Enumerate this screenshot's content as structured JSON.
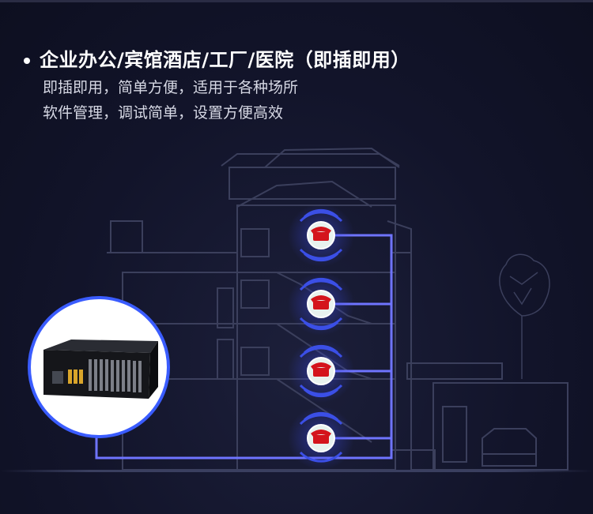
{
  "heading": "企业办公/宾馆酒店/工厂/医院（即插即用）",
  "lines": [
    "即插即用，简单方便，适用于各种场所",
    "软件管理，调试简单，设置方便高效"
  ],
  "colors": {
    "background": "#12142a",
    "line": "#6f74ff",
    "phone": "#d4141c",
    "glow": "#3340c8"
  },
  "icons": [
    "telephone-icon",
    "telephone-icon",
    "telephone-icon",
    "telephone-icon",
    "pbx-device-image"
  ]
}
